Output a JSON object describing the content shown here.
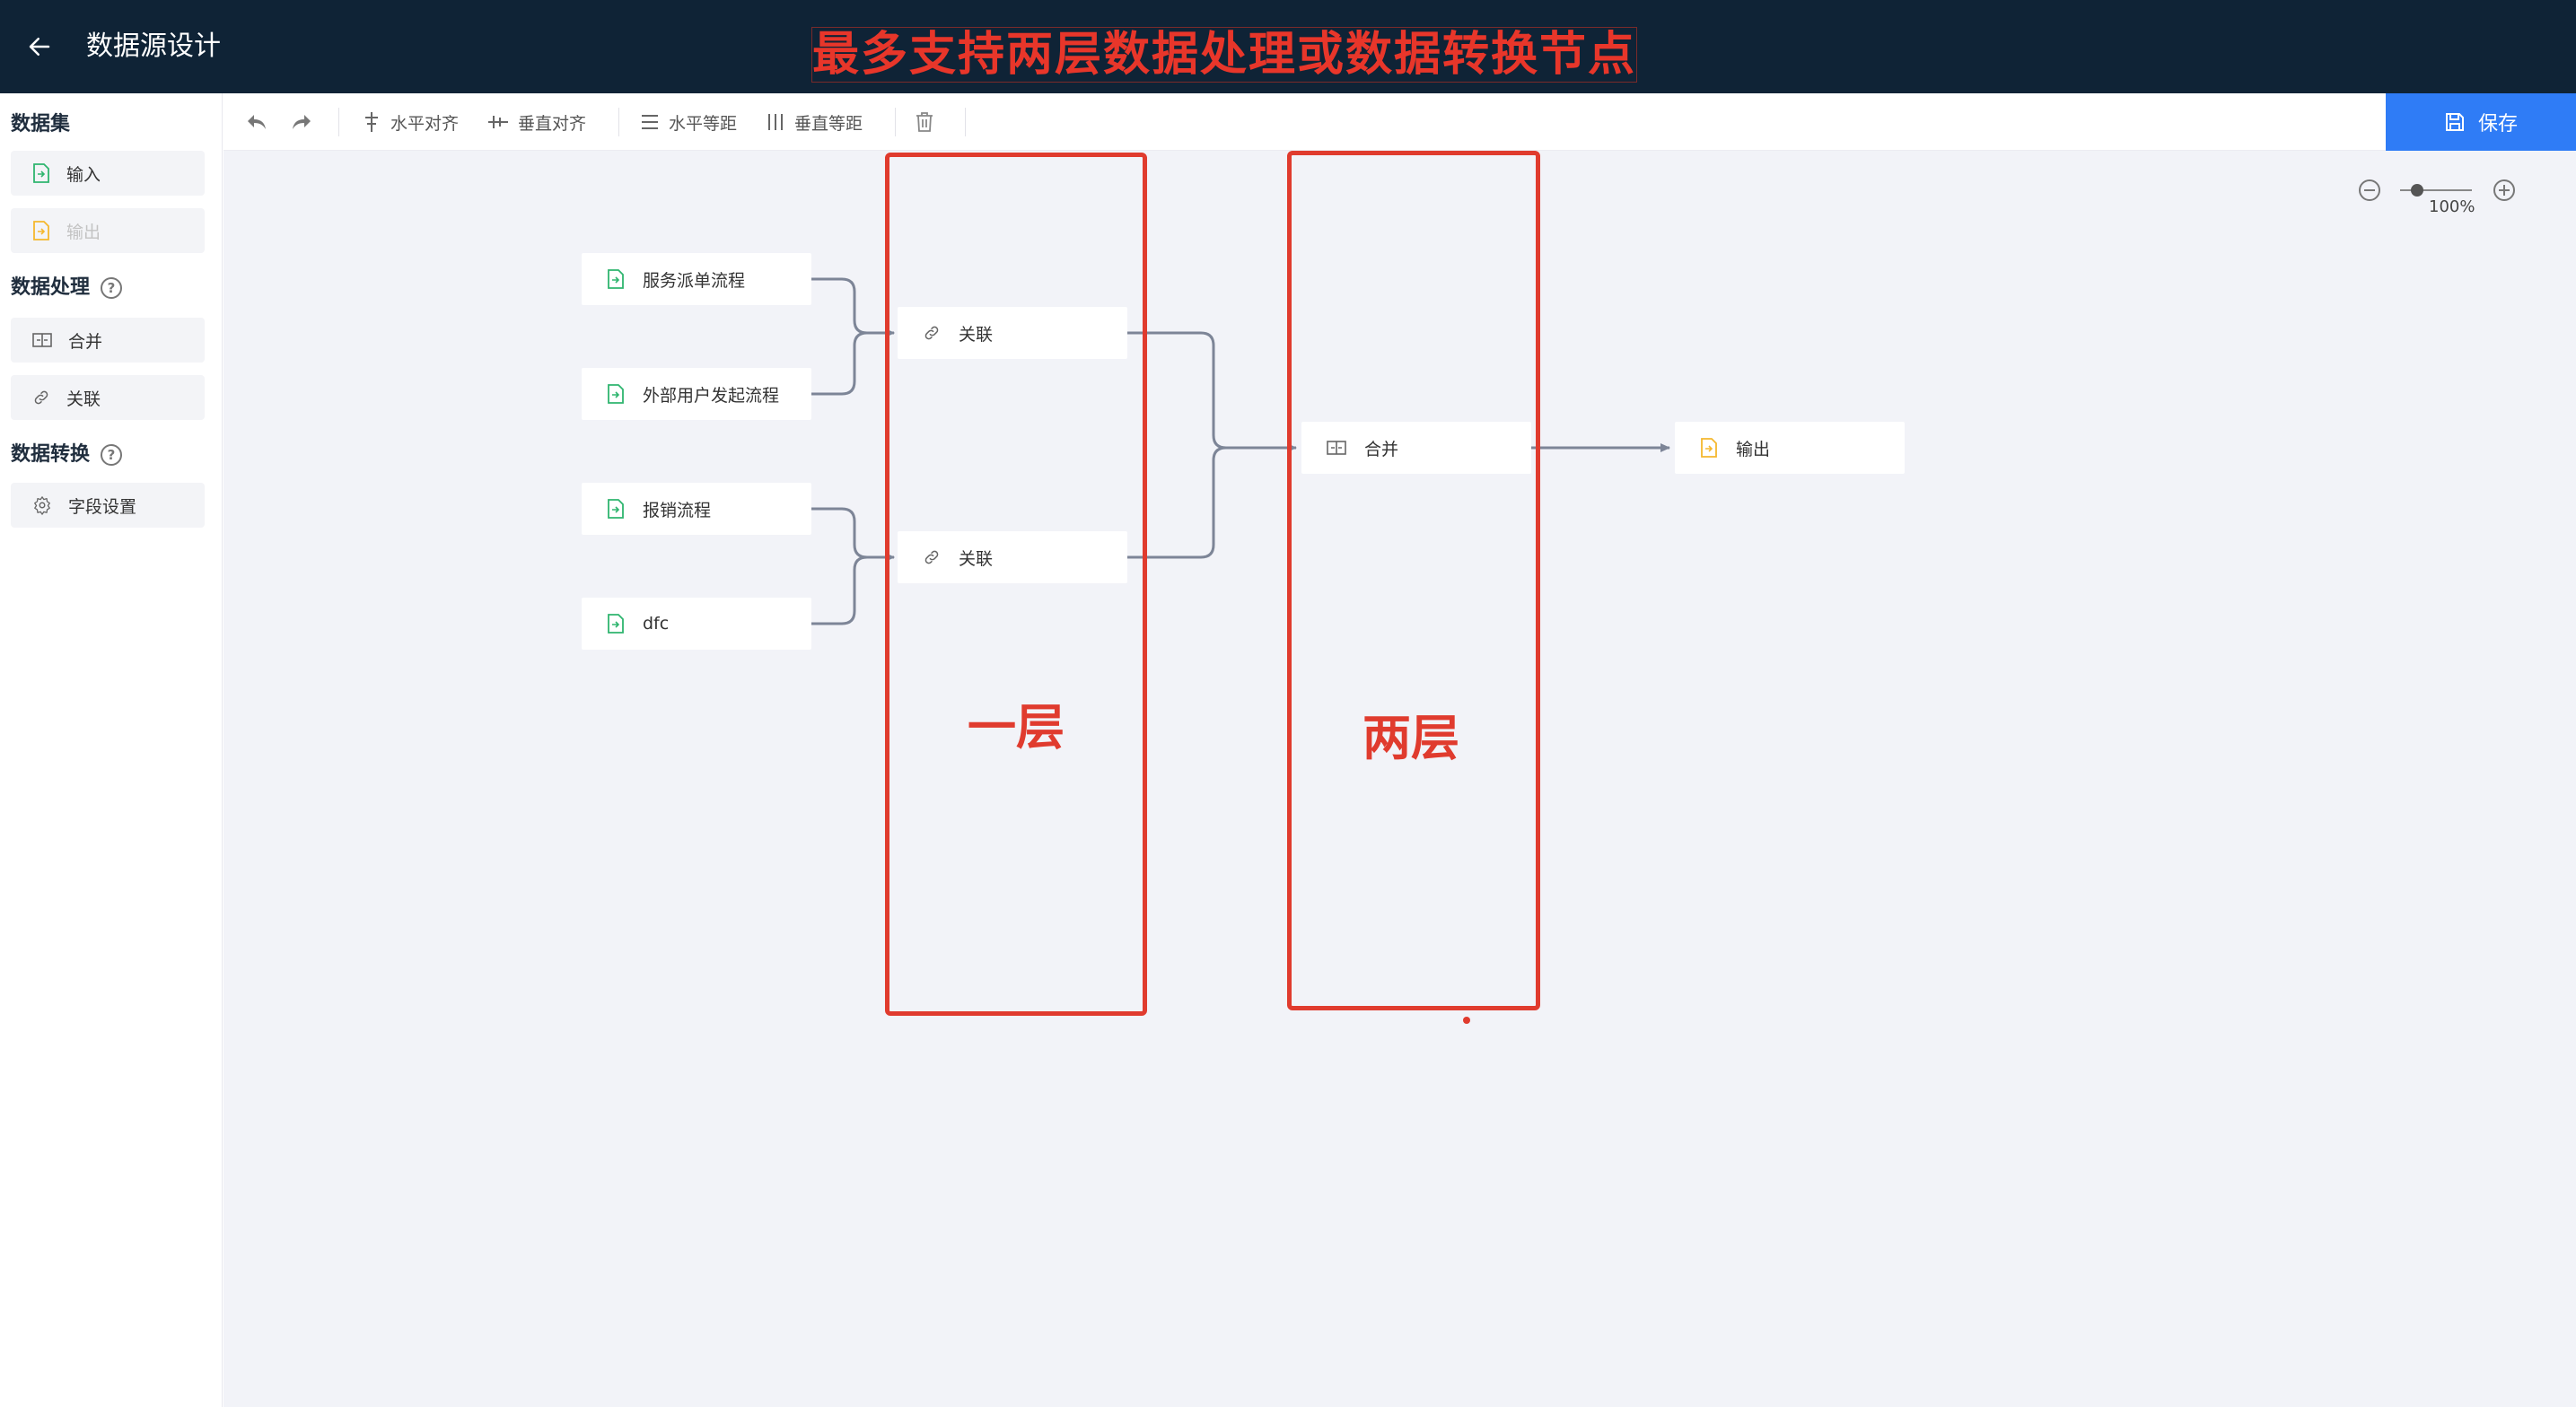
{
  "header": {
    "title": "数据源设计",
    "banner_text": "最多支持两层数据处理或数据转换节点"
  },
  "sidebar": {
    "dataset": {
      "title": "数据集",
      "items": [
        {
          "label": "输入",
          "icon": "file-input-icon"
        },
        {
          "label": "输出",
          "icon": "file-output-icon",
          "disabled": true
        }
      ]
    },
    "processing": {
      "title": "数据处理",
      "items": [
        {
          "label": "合并",
          "icon": "merge-icon"
        },
        {
          "label": "关联",
          "icon": "link-icon"
        }
      ]
    },
    "transform": {
      "title": "数据转换",
      "items": [
        {
          "label": "字段设置",
          "icon": "gear-icon"
        }
      ]
    }
  },
  "toolbar": {
    "align_horizontal": "水平对齐",
    "align_vertical": "垂直对齐",
    "distribute_horizontal": "水平等距",
    "distribute_vertical": "垂直等距",
    "save": "保存"
  },
  "canvas": {
    "nodes": {
      "input1": "服务派单流程",
      "input2": "外部用户发起流程",
      "input3": "报销流程",
      "input4": "dfc",
      "join1": "关联",
      "join2": "关联",
      "merge": "合并",
      "output": "输出"
    },
    "annotations": {
      "layer1": "一层",
      "layer2": "两层"
    },
    "zoom_label": "100%"
  },
  "colors": {
    "header_bg": "#0f2336",
    "accent_blue": "#2f7cf6",
    "annotation_red": "#e03b2e",
    "input_icon_green": "#2fb56f",
    "output_icon_yellow": "#f5b82e"
  }
}
